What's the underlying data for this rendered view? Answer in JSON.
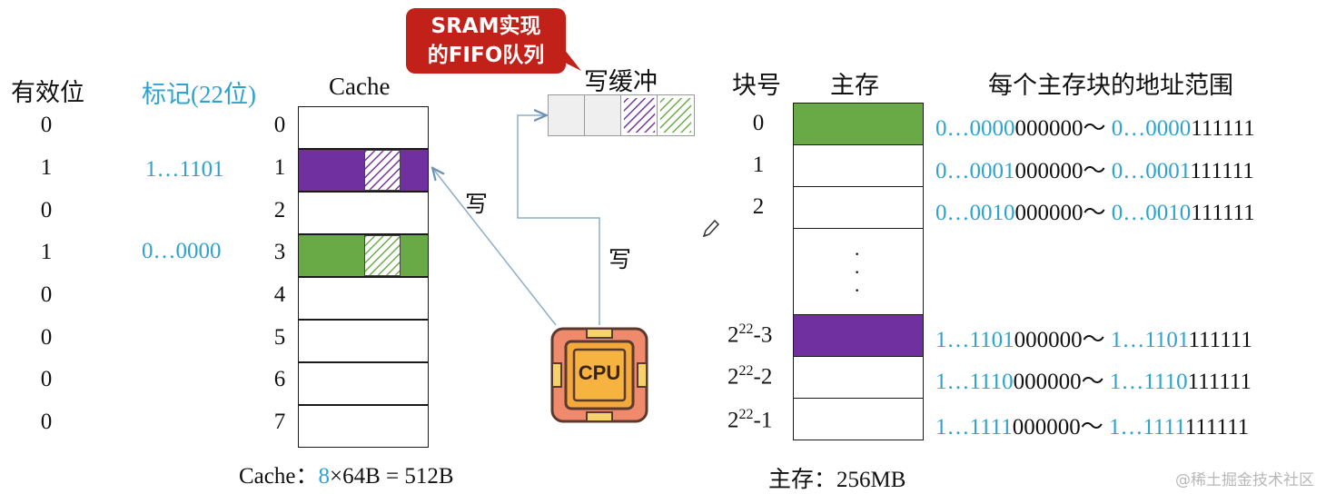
{
  "headers": {
    "valid_bit": "有效位",
    "tag": "标记(22位)",
    "cache": "Cache",
    "block_no": "块号",
    "main_memory": "主存",
    "address_range": "每个主存块的地址范围"
  },
  "valid_bits": [
    "0",
    "1",
    "0",
    "1",
    "0",
    "0",
    "0",
    "0"
  ],
  "tags": {
    "line1": "1…1101",
    "line3": "0…0000"
  },
  "cache_lines": [
    "0",
    "1",
    "2",
    "3",
    "4",
    "5",
    "6",
    "7"
  ],
  "callout": {
    "line1": "SRAM实现",
    "line2": "的FIFO队列"
  },
  "write_buffer_label": "写缓冲",
  "write_label_cache": "写",
  "write_label_buffer": "写",
  "cpu_label": "CPU",
  "memory_blocks": {
    "b0": "0",
    "b1": "1",
    "b2": "2",
    "dots": "·",
    "last3_base": "2",
    "last3_exp": "22",
    "last3_suffix": "-3",
    "last2_base": "2",
    "last2_exp": "22",
    "last2_suffix": "-2",
    "last1_base": "2",
    "last1_exp": "22",
    "last1_suffix": "-1"
  },
  "address_rows": [
    {
      "start_hi": "0…0000",
      "start_lo": "000000～ ",
      "end_hi": "0…0000",
      "end_lo": "111111"
    },
    {
      "start_hi": "0…0001",
      "start_lo": "000000～ ",
      "end_hi": "0…0001",
      "end_lo": "111111"
    },
    {
      "start_hi": "0…0010",
      "start_lo": "000000～ ",
      "end_hi": "0…0010",
      "end_lo": "111111"
    },
    {
      "start_hi": "1…1101",
      "start_lo": "000000～ ",
      "end_hi": "1…1101",
      "end_lo": "111111"
    },
    {
      "start_hi": "1…1110",
      "start_lo": "000000～ ",
      "end_hi": "1…1110",
      "end_lo": "111111"
    },
    {
      "start_hi": "1…1111",
      "start_lo": "000000～ ",
      "end_hi": "1…1111",
      "end_lo": "111111"
    }
  ],
  "footer_cache": {
    "prefix": "Cache：",
    "count": "8",
    "rest": "×64B = 512B"
  },
  "footer_memory": {
    "prefix": "主存：",
    "value": "256MB"
  },
  "watermark": "@稀土掘金技术社区",
  "colors": {
    "purple": "#7030a0",
    "green": "#6aaa46",
    "accent_blue": "#2ea3cf",
    "callout_red": "#c2211a",
    "cpu_orange": "#f4a93a",
    "cpu_body": "#ef8a6c"
  },
  "icons": {
    "cpu": "cpu-chip-icon",
    "pencil": "pencil-cursor-icon"
  }
}
